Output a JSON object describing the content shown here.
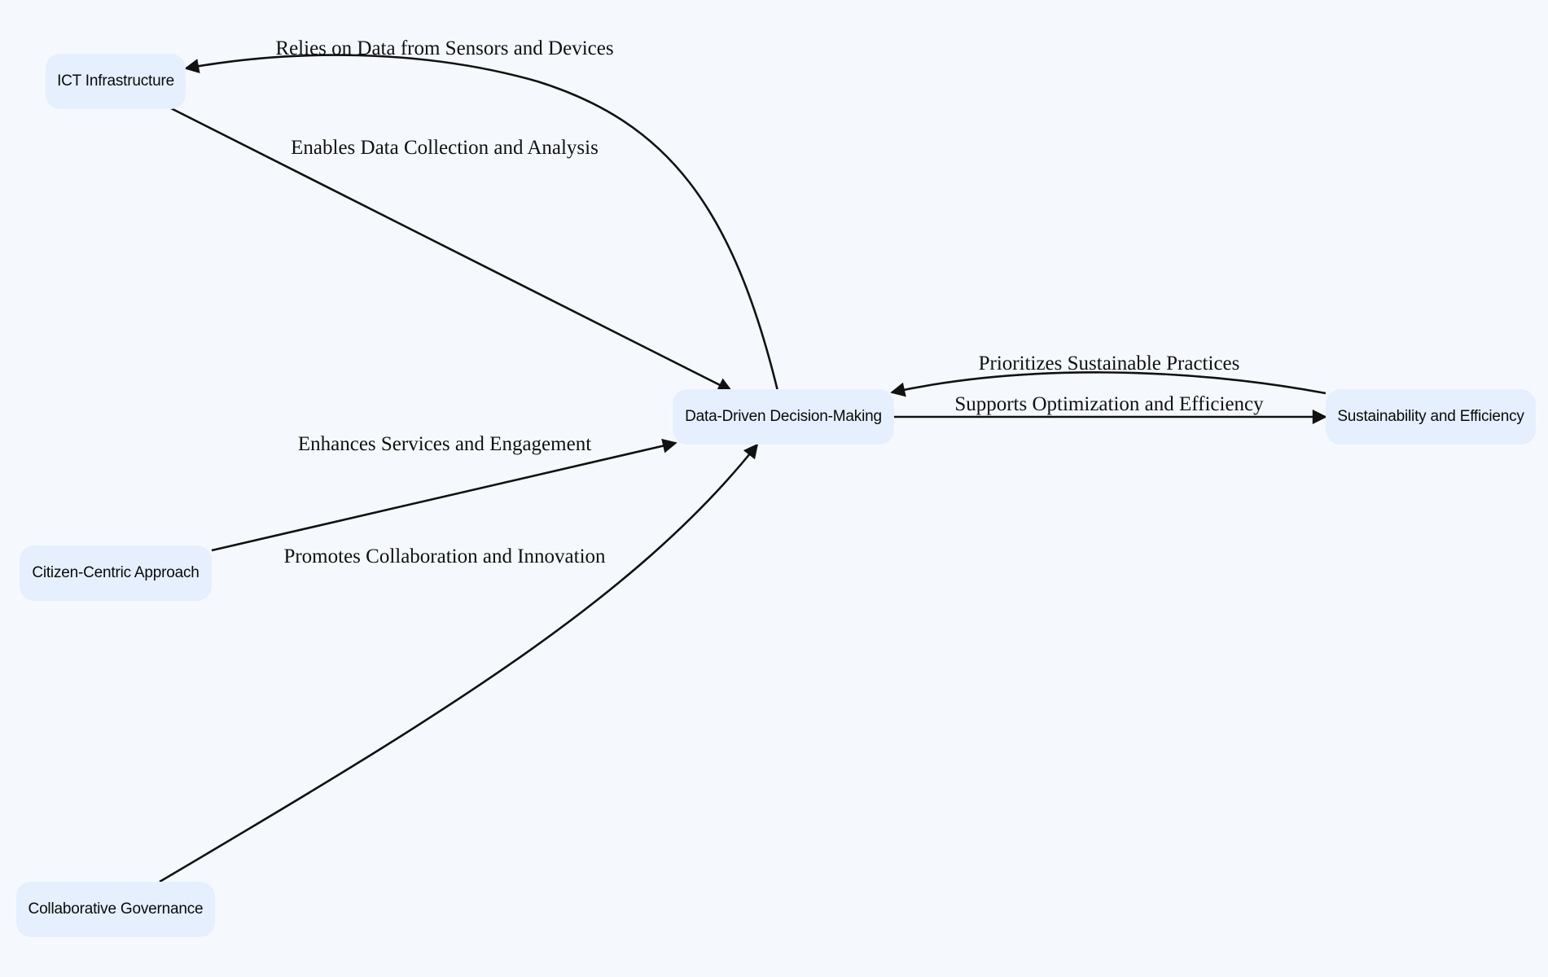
{
  "colors": {
    "background": "#f5f9fe",
    "node_fill": "#e6effd",
    "edge": "#111111",
    "text": "#0a0a0a"
  },
  "nodes": {
    "ict": "ICT Infrastructure",
    "citizen": "Citizen-Centric Approach",
    "collab": "Collaborative Governance",
    "ddd": "Data-Driven Decision-Making",
    "sust": "Sustainability and Efficiency"
  },
  "edges": {
    "relies": "Relies on Data from Sensors and Devices",
    "enables": "Enables Data Collection and Analysis",
    "enhances": "Enhances Services and Engagement",
    "promotes": "Promotes Collaboration and Innovation",
    "prioritizes": "Prioritizes Sustainable Practices",
    "supports": "Supports Optimization and Efficiency"
  }
}
